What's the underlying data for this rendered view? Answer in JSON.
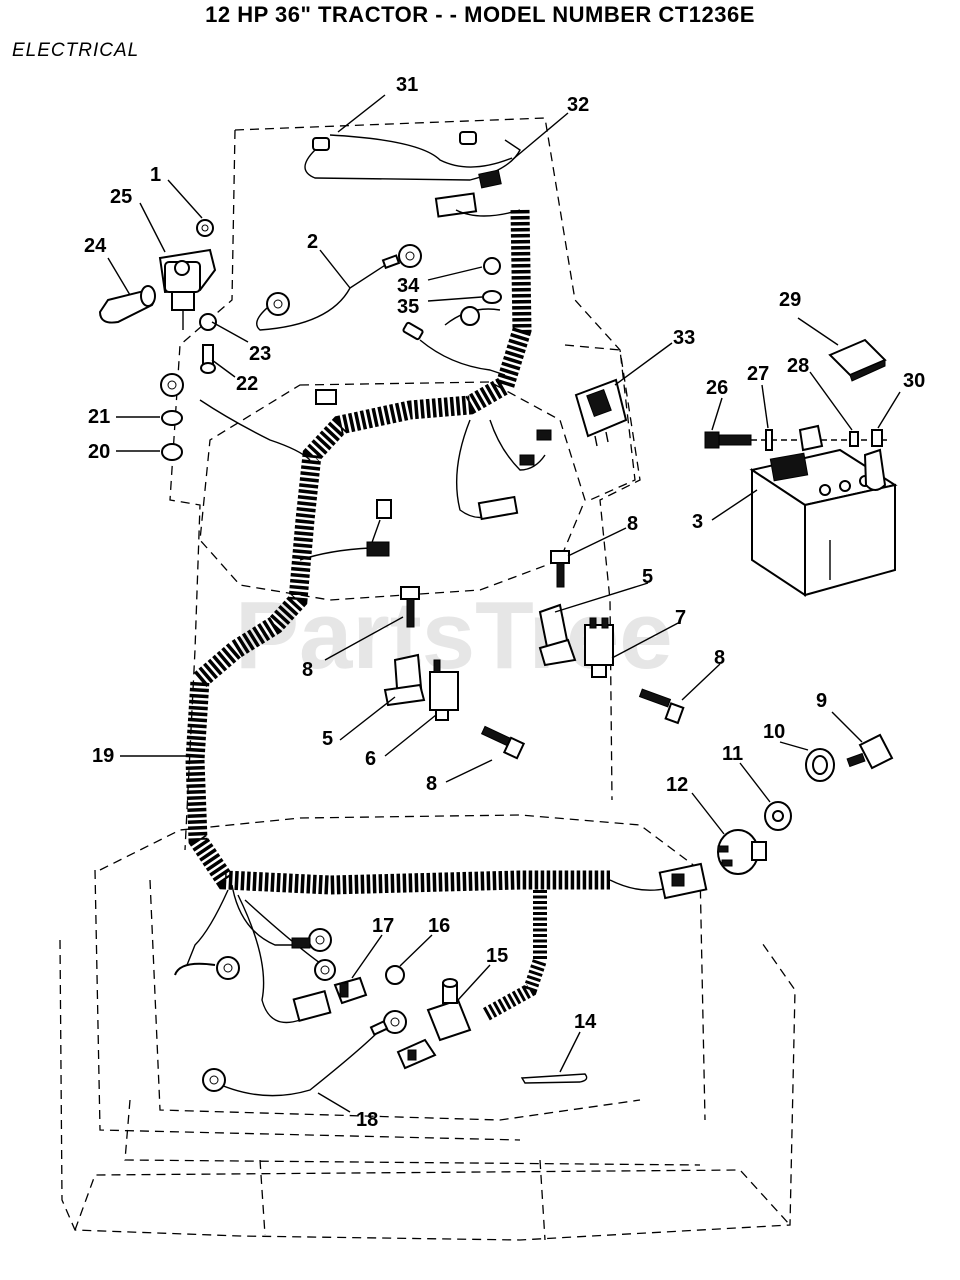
{
  "header": {
    "title": "12 HP 36\" TRACTOR - - MODEL NUMBER CT1236E",
    "section": "ELECTRICAL"
  },
  "watermark": "PartsTree",
  "callouts": [
    "1",
    "2",
    "3",
    "5",
    "5",
    "6",
    "7",
    "8",
    "8",
    "8",
    "8",
    "9",
    "10",
    "11",
    "12",
    "14",
    "15",
    "16",
    "17",
    "18",
    "19",
    "20",
    "21",
    "22",
    "23",
    "24",
    "25",
    "26",
    "27",
    "28",
    "29",
    "30",
    "31",
    "32",
    "33",
    "34",
    "35"
  ]
}
